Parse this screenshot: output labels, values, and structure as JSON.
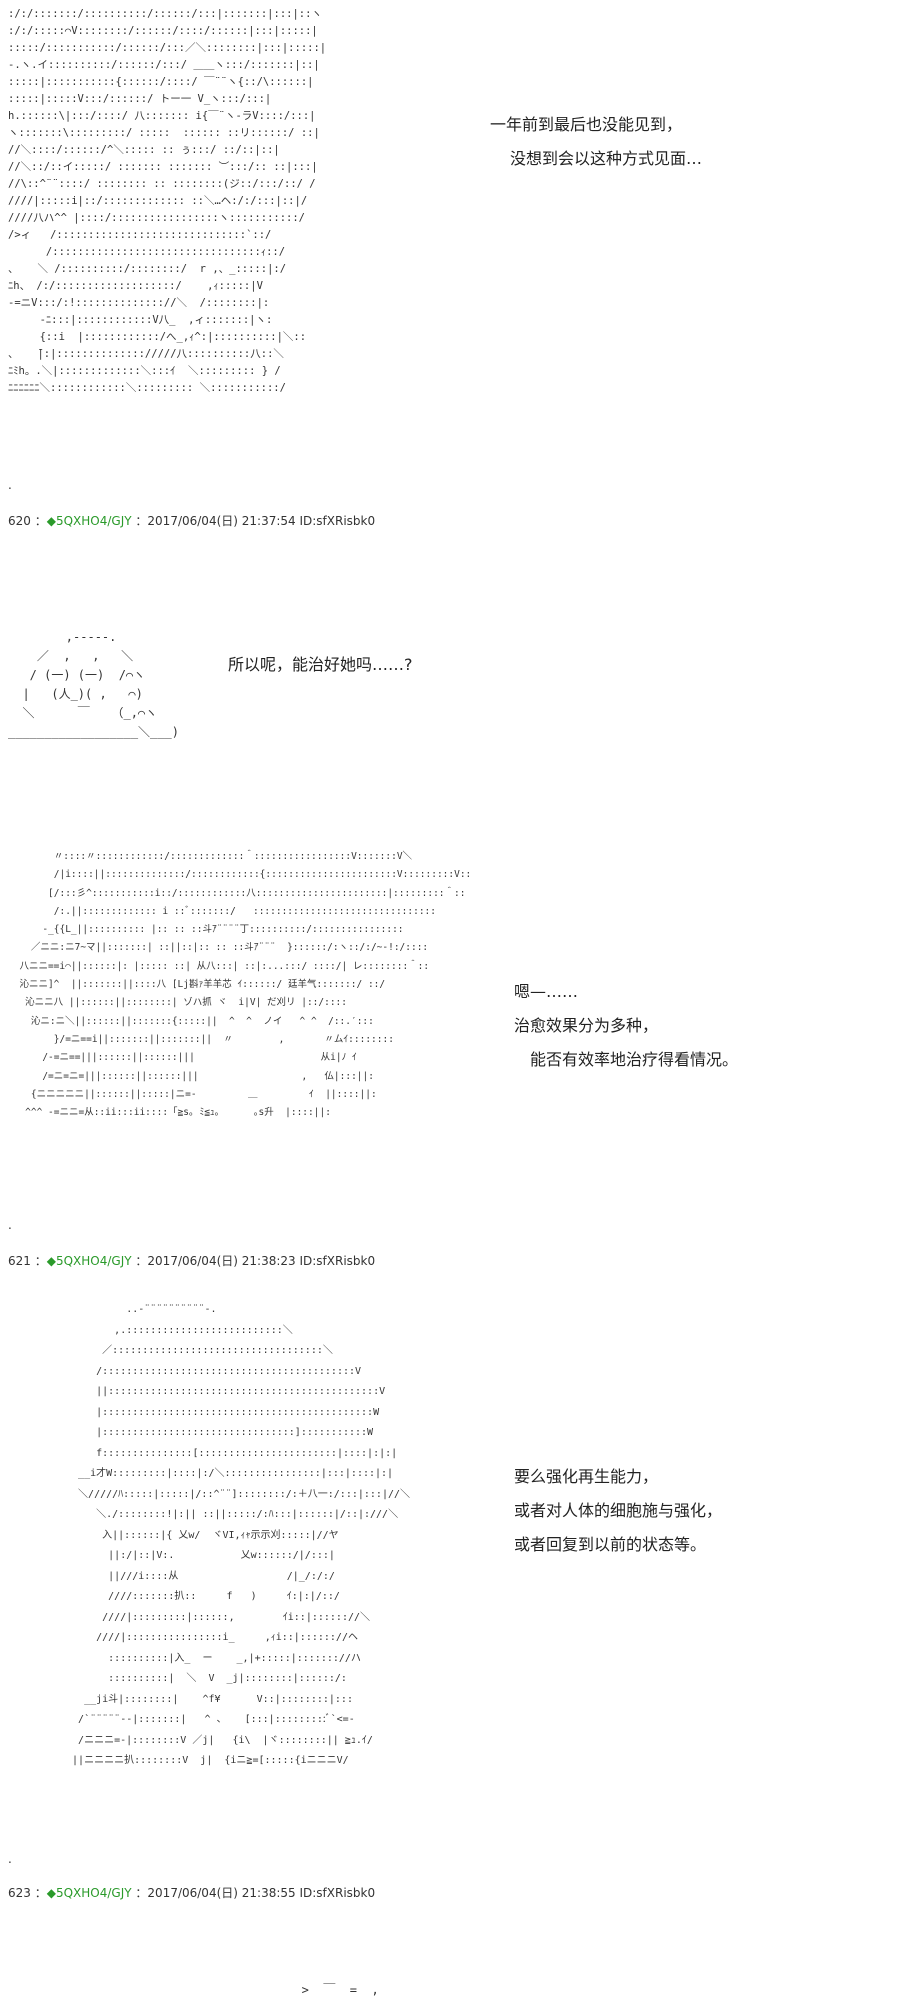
{
  "panels": [
    {
      "art": ":/:/:::::::/::::::::::/::::::/:::|:::::::|:::|::ヽ\n:/:/:::::⌒V::::::::/::::::/::::/::::::|:::|:::::|\n:::::/:::::::::::/::::::/:::／＼::::::::|:::|:::::|\n-.ヽ.イ::::::::::/::::::/:::/ ＿＿ヽ:::/:::::::|::|\n:::::|:::::::::::{::::::/::::/ ￣¨¨ヽ{::/\\::::::|\n:::::|:::::V:::/::::::/ トー一 V_ヽ:::/:::|\nh.::::::\\|:::/::::/ 八::::::: i{￣¨ヽ-ラV::::/:::|\nヽ:::::::\\:::::::::/ :::::  :::::: ::リ::::::/ ::|\n//＼::::/::::::/^＼::::: :: ぅ:::/ ::/::|::|\n//＼::/::イ:::::/ ::::::: ::::::: ︶:::/:: ::|:::|\n//\\::^¨¨::::/ :::::::: :: ::::::::(ジ::/:::/::/ /\n////|:::::i|::/::::::::::::: ::＼…ヘ:/:/:::|::|/\n////八ハ^^ |::::/:::::::::::::::::ヽ:::::::::::/\n/>ィ   /::::::::::::::::::::::::::::::`::/\n      /:::::::::::::::::::::::::::::::::ｨ::/\n、   ＼ /::::::::::/::::::::/  r ,、_:::::|:/\nﾆh、 /:/:::::::::::::::::::/    ,ｨ:::::|V\n-=ニV:::/:!:::::::::::::://＼  /::::::::|:\n     -ﾆ:::|::::::::::::V八_  ,ィ:::::::|ヽ:\n     {::i  |::::::::::::/へ_,ｨ^:|::::::::::|＼::\n、   ̄|:|:::::::::::::://///八::::::::::八::＼\nﾆﾐh。.＼|:::::::::::::＼:::ｲ  ＼::::::::: } /\nﾆﾆﾆﾆﾆﾆ＼::::::::::::＼::::::::: ＼:::::::::::/",
      "lines": [
        "一年前到最后也没能见到，",
        "没想到会以这种方式见面…"
      ]
    },
    {
      "art": "        ,-----.\n    ／  ,   ,   ＼\n   / (一) (一)  /⌒ヽ\n  |   (人_)( ,   ⌒)\n  ＼      ￣   （_,⌒ヽ\n__________________＼___)",
      "lines": [
        "所以呢，能治好她吗……?"
      ]
    },
    {
      "art": "        〃::::〃::::::::::::/:::::::::::::＾:::::::::::::::::V:::::::V＼\n        /|i::::||::::::::::::::/::::::::::::{:::::::::::::::::::::::V:::::::::V::\n       [/:::彡^:::::::::::i::/::::::::::::八:::::::::::::::::::::::|:::::::::＾::\n        /:.||::::::::::::: i ::ﾞ:::::::/   ::::::::::::::::::::::::::::::::\n      -_{{L_||:::::::::: |:: :: ::斗ｱ¨¨¨¨丁::::::::::/::::::::::::::::\n    ／ニニ:ニ7~マ||:::::::| ::||::|:: :: ::斗ｱ¨¨¨  }::::::/:ヽ::/:/~-!:/::::\n  八ニニ==i⌒||::::::|: |::::: ::| 从八:::| ::|:...:::/ ::::/| レ::::::::＾::\n  沁ニニ]^  ||:::::::||::::八 [Lj斟ｧ羊羊芯 ｲ::::::/ 廷羊气:::::::/ ::/\n   沁ニニ八 ||::::::||::::::::| ゾハ抓 ヾ  i|V| だ刈リ |::/::::\n    沁ニ:ニ＼||::::::||:::::::{:::::||  ^  ^  ノイ   ^ ^  /::.′:::\n        }/=ニ==i||:::::::||:::::::||  〃        ,       〃ムｲ::::::::\n      /-=ニ==|||::::::||::::::|||                      从i|ﾉ ｲ\n      /=ニ=ニ=|||::::::||::::::|||                  ,   仏|:::||:\n    {ニニニニニ||::::::||:::::|ニ=-         ＿         ｲ  ||::::||:\n   ^^^ -=ニニ=从::ii:::ii::::「≧s｡ ﾐ≦ｭ｡      ｡s升  |::::||:",
      "lines": [
        "嗯—……",
        "治愈效果分为多种，",
        "能否有效率地治疗得看情况。"
      ]
    },
    {
      "art": "           ..-¨¨¨¨¨¨¨¨¨¨-.\n         ,.::::::::::::::::::::::::::＼\n       ／:::::::::::::::::::::::::::::::::::＼\n      /::::::::::::::::::::::::::::::::::::::::::V\n      ||:::::::::::::::::::::::::::::::::::::::::::::V\n      |:::::::::::::::::::::::::::::::::::::::::::::W\n      |::::::::::::::::::::::::::::::::]:::::::::::W\n      f:::::::::::::::[:::::::::::::::::::::::|::::|:|:|\n   __i才W:::::::::|::::|:/＼::::::::::::::::|:::|::::|:|\n   ＼/////ﾊ:::::|:::::|/::^¨¨]::::::::/:＋八一:/:::|:::|//＼\n      ＼./::::::::!|:|| ::||:::::/:ﾊ:::|::::::|/::|:///＼\n       入||::::::|{ 乂w/  ヾVI,ｨｬ示示刈:::::|//ヤ\n        ||:/|::|V:.           乂w::::::/|/:::|\n        ||///i::::从                  /|_/:/:/\n        ////:::::::扒::     f   )     ｲ:|:|/::/\n       ////|:::::::::|::::::,        ｲi::|:::::://＼\n      ////|::::::::::::::::i_     ,ｨi::|:::::://ヘ\n        ::::::::::|入_  ー    _,|+:::::|::::::://ハ\n        ::::::::::|  ＼  V  _j|::::::::|::::::/:\n    __ji斗|::::::::|    ^f¥      V::|::::::::|:::\n   /`¨¨¨¨¨--|:::::::|   ^ 、   [:::|:::::::::ﾞ`<=-\n   /ニニニ=-|::::::::V ／j|   {i\\  |ヾ::::::::|| ≧ｭ.ｲ/\n  ||ニニニニ扒::::::::V  j|  {iニ≧=[:::::{iニニニV/",
      "lines": [
        "要么强化再生能力，",
        "或者对人体的细胞施与强化，",
        "或者回复到以前的状态等。"
      ]
    },
    {
      "art": "   >  ￣  =  ,"
    }
  ],
  "posts": [
    {
      "number": "620",
      "sep": " ：",
      "diamond": "◆",
      "trip": "5QXHO4/GJY",
      "datetime": " ：2017/06/04(日) 21:37:54 ID:sfXRisbk0"
    },
    {
      "number": "621",
      "sep": " ：",
      "diamond": "◆",
      "trip": "5QXHO4/GJY",
      "datetime": " ：2017/06/04(日) 21:38:23 ID:sfXRisbk0"
    },
    {
      "number": "623",
      "sep": " ：",
      "diamond": "◆",
      "trip": "5QXHO4/GJY",
      "datetime": " ：2017/06/04(日) 21:38:55 ID:sfXRisbk0"
    }
  ],
  "separator_dot": ".",
  "colors": {
    "trip": "#2a9a2a",
    "text": "#222222",
    "background": "#ffffff"
  }
}
